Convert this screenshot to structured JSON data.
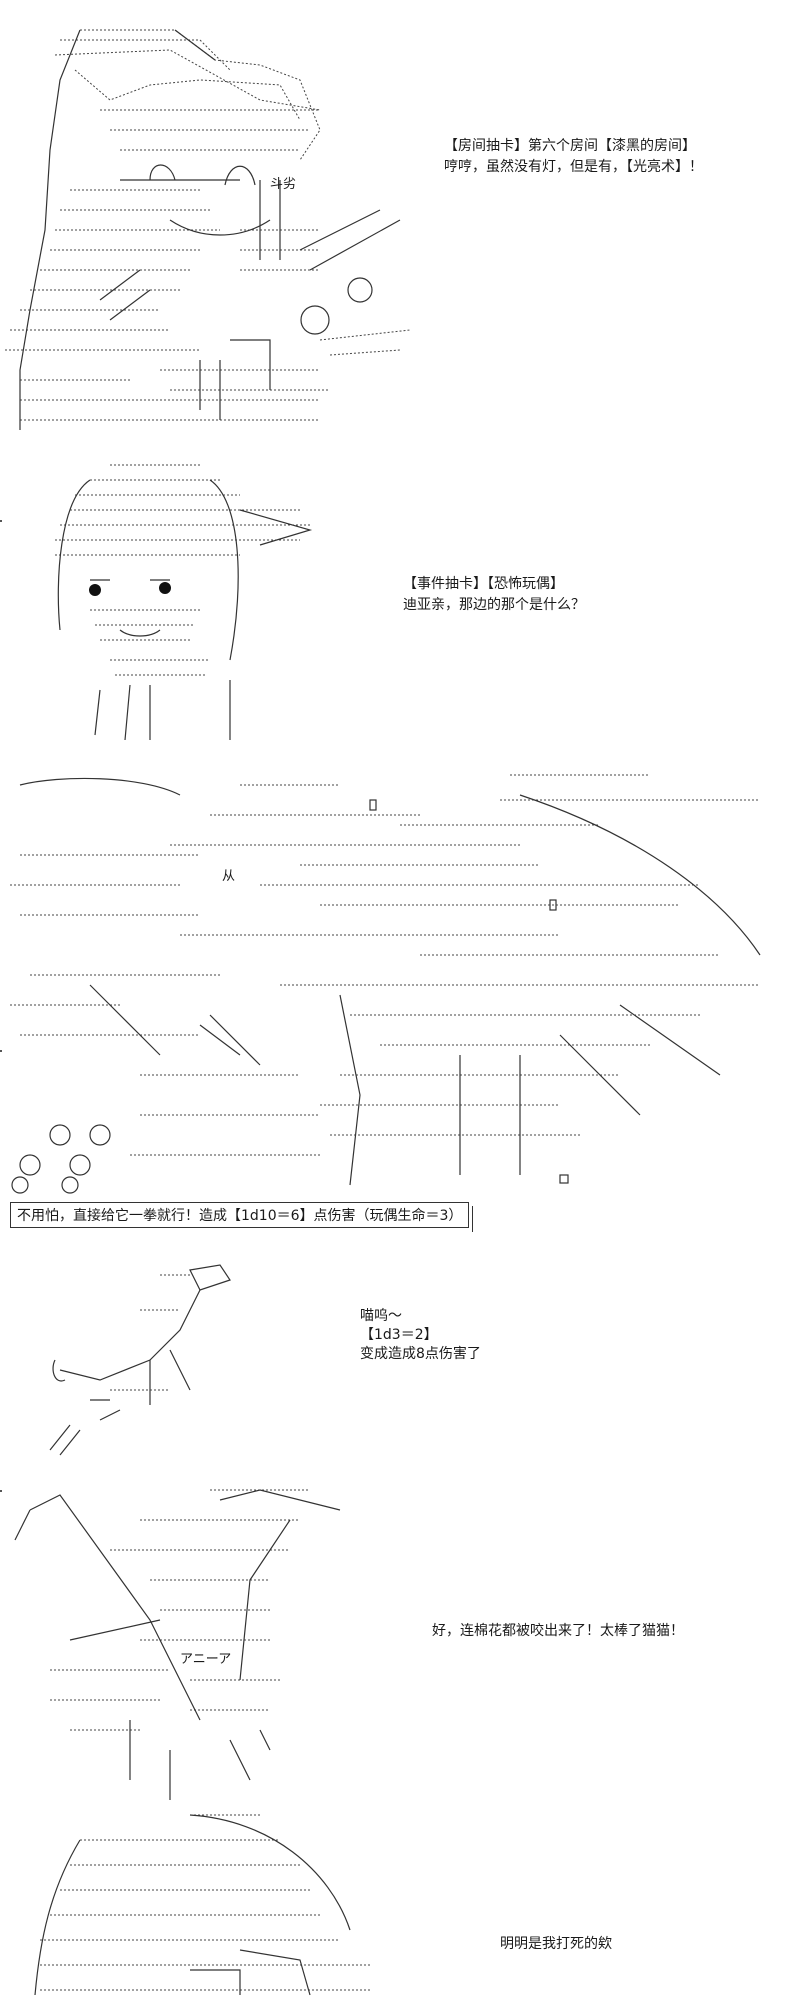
{
  "panels": [
    {
      "id": "room-draw",
      "lines": [
        "【房间抽卡】第六个房间【漆黑的房间】",
        "哼哼，虽然没有灯，但是有，【光亮术】！"
      ],
      "art_text": [
        "斗劣"
      ]
    },
    {
      "id": "event-draw",
      "lines": [
        "【事件抽卡】【恐怖玩偶】",
        "迪亚亲，那边的那个是什么？"
      ],
      "art_text": []
    },
    {
      "id": "doll-attack",
      "caption": "不用怕，直接给它一拳就行！造成【1d10＝6】点伤害（玩偶生命＝3）",
      "lines": [],
      "art_text": [
        "从"
      ]
    },
    {
      "id": "cat-bite",
      "lines": [
        "喵呜～",
        "【1d3＝2】",
        "变成造成8点伤害了"
      ],
      "art_text": []
    },
    {
      "id": "cotton-out",
      "lines": [
        "好，连棉花都被咬出来了！太棒了猫猫！"
      ],
      "art_text": [
        "アニーア"
      ]
    },
    {
      "id": "killed",
      "lines": [
        "明明是我打死的欸"
      ],
      "art_text": []
    }
  ]
}
